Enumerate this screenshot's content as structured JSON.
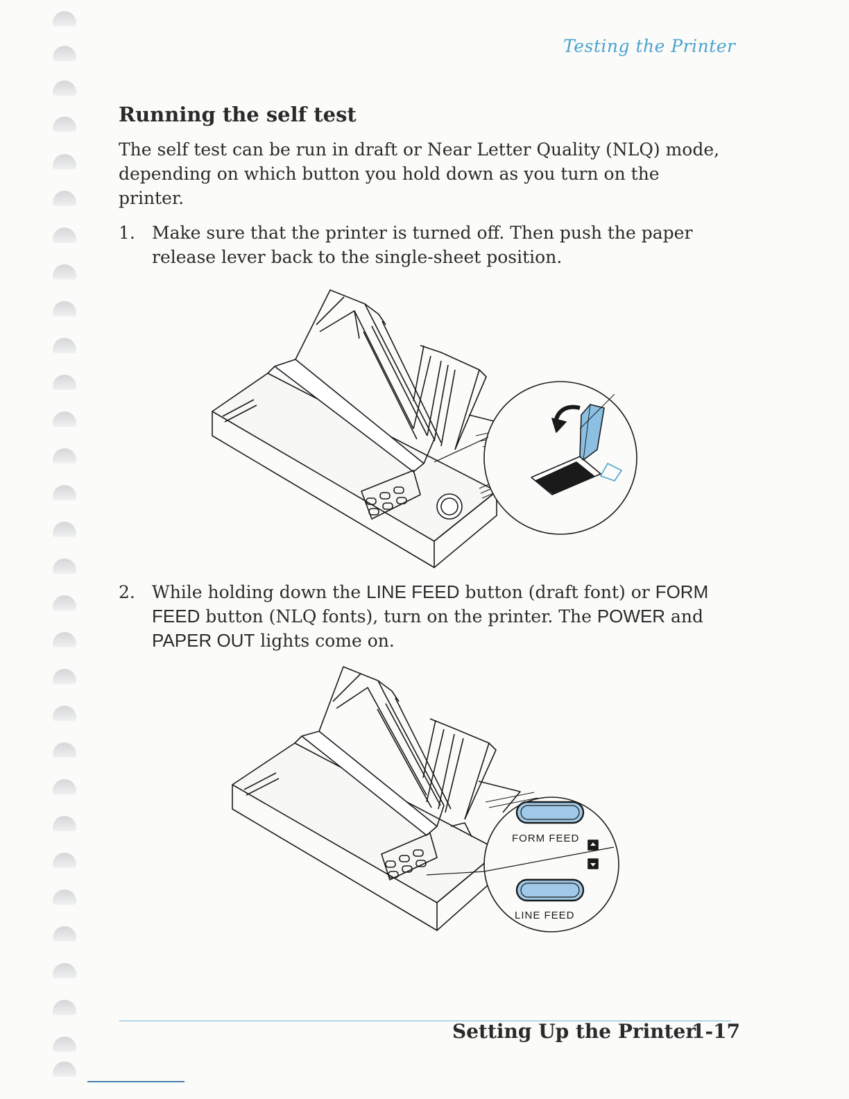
{
  "running_head": "Testing the Printer",
  "heading": "Running the self test",
  "intro": "The self test can be run in draft or Near Letter Quality (NLQ) mode, depending on which button you hold down as you turn on the printer.",
  "steps": [
    {
      "number": "1.",
      "text": "Make sure that the printer is turned off. Then push the paper release lever back to the single-sheet position."
    },
    {
      "number": "2.",
      "parts": {
        "a": "While holding down the ",
        "b": "LINE FEED",
        "c": " button (draft font) or ",
        "d": "FORM FEED",
        "e": " button (NLQ fonts), turn on the printer. The ",
        "f": "POWER",
        "g": " and ",
        "h": "PAPER OUT",
        "i": " lights come on."
      }
    }
  ],
  "figure2_labels": {
    "form_feed": "FORM FEED",
    "line_feed": "LINE FEED"
  },
  "footer": {
    "title": "Setting Up the Printer",
    "page": "1-17"
  },
  "colors": {
    "accent_blue": "#4aa3cf",
    "button_blue": "#9fc9e6",
    "lever_blue": "#8cc0e3",
    "line_art": "#1a1a1a"
  }
}
